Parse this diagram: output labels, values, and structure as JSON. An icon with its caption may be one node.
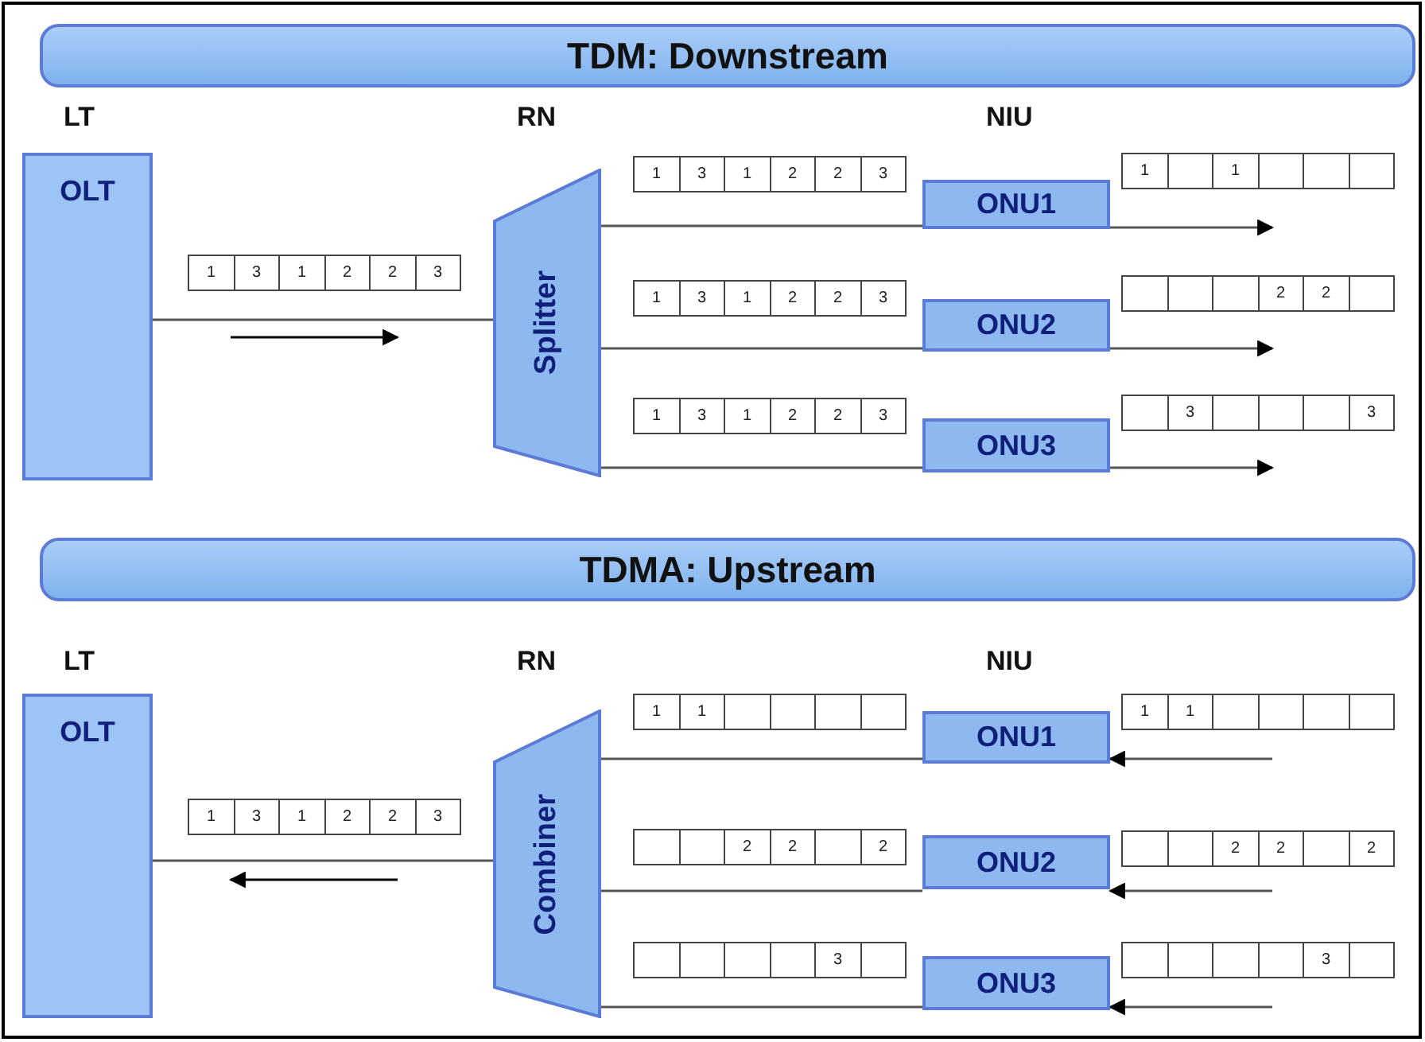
{
  "diagram": {
    "nodes": [
      {
        "text": [
          "TDM: Downstream"
        ]
      },
      {
        "text": [
          "OLT"
        ]
      },
      {
        "text": [
          "Splitter"
        ]
      },
      {
        "text": [
          "ONU1"
        ]
      },
      {
        "text": [
          "ONU2"
        ]
      },
      {
        "text": [
          "ONU3"
        ]
      },
      {
        "text": [
          "TDMA: Upstream"
        ]
      },
      {
        "text": [
          "OLT"
        ]
      },
      {
        "text": [
          "Combiner"
        ]
      },
      {
        "text": [
          "ONU1"
        ]
      },
      {
        "text": [
          "ONU2"
        ]
      },
      {
        "text": [
          "ONU3"
        ]
      }
    ],
    "edges": [
      {
        "from": 1,
        "to": 2,
        "arrow": "none"
      },
      {
        "from": 2,
        "to": 3,
        "arrow": "none"
      },
      {
        "from": 2,
        "to": 4,
        "arrow": "none"
      },
      {
        "from": 2,
        "to": 5,
        "arrow": "none"
      },
      {
        "from": 3,
        "to": null,
        "arrow": "to"
      },
      {
        "from": 4,
        "to": null,
        "arrow": "to"
      },
      {
        "from": 5,
        "to": null,
        "arrow": "to"
      },
      {
        "from": 8,
        "to": 7,
        "arrow": "none"
      },
      {
        "from": 9,
        "to": 8,
        "arrow": "none"
      },
      {
        "from": 10,
        "to": 8,
        "arrow": "none"
      },
      {
        "from": 11,
        "to": 8,
        "arrow": "none"
      },
      {
        "from": null,
        "to": 9,
        "arrow": "to"
      },
      {
        "from": null,
        "to": 10,
        "arrow": "to"
      },
      {
        "from": null,
        "to": 11,
        "arrow": "to"
      }
    ],
    "labels": [
      "LT",
      "RN",
      "NIU",
      "1",
      "3",
      "1",
      "2",
      "2",
      "3",
      "1",
      "1",
      "1",
      "3",
      "1",
      "2",
      "2",
      "3",
      "1",
      "3",
      "1",
      "2",
      "2",
      "3",
      "2",
      "2",
      "1",
      "3",
      "1",
      "2",
      "2",
      "3",
      "3",
      "3",
      "LT",
      "RN",
      "NIU",
      "1",
      "1",
      "1",
      "1",
      "1",
      "3",
      "1",
      "2",
      "2",
      "3",
      "2",
      "2",
      "2",
      "2",
      "2",
      "2",
      "3",
      "3"
    ]
  }
}
